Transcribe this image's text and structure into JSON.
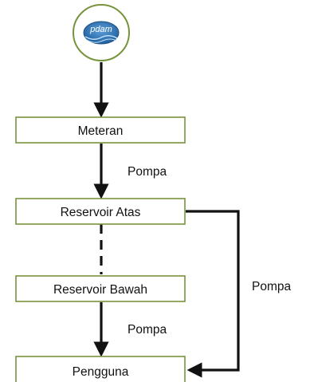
{
  "logo": {
    "text": "pdam",
    "icon": "pdam-logo"
  },
  "nodes": {
    "meteran": "Meteran",
    "reservoir_atas": "Reservoir Atas",
    "reservoir_bawah": "Reservoir Bawah",
    "pengguna": "Pengguna"
  },
  "edge_labels": {
    "meteran_to_atas": "Pompa",
    "bawah_to_pengguna": "Pompa",
    "atas_to_pengguna": "Pompa"
  },
  "colors": {
    "box_border": "#77933c",
    "logo_border": "#77933c",
    "logo_blue": "#2e6fb0",
    "arrow": "#111111"
  }
}
